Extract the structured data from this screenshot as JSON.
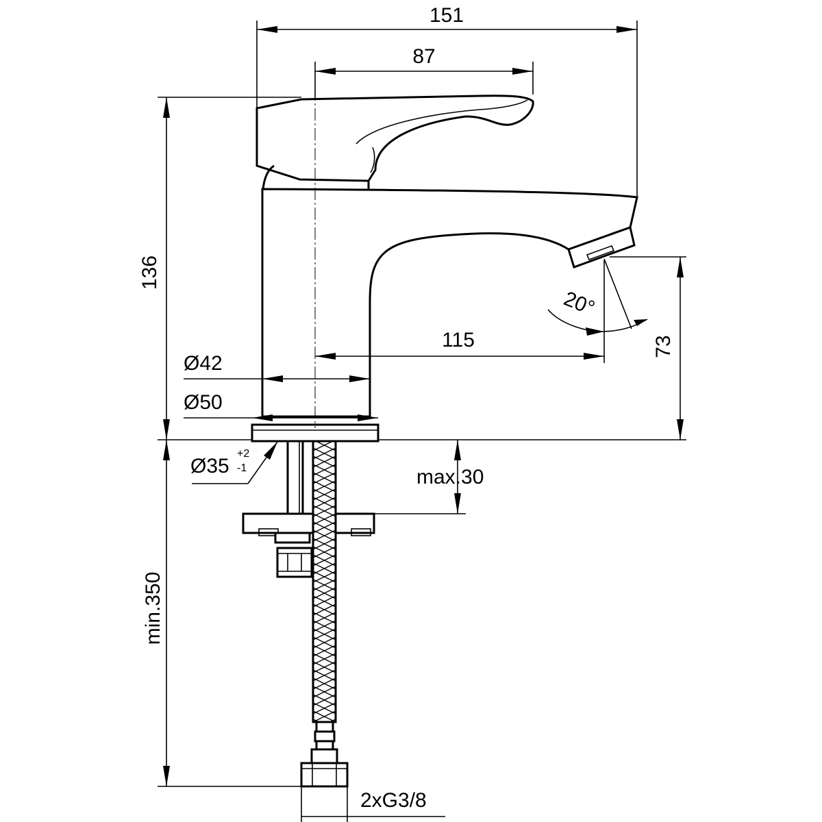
{
  "drawing": {
    "colors": {
      "line": "#000000",
      "background": "#ffffff"
    },
    "dimensions": {
      "overall_length": "151",
      "lever_length": "87",
      "overall_height": "136",
      "spout_reach": "115",
      "spout_height": "73",
      "spout_angle": "20°",
      "body_diameter": "Ø42",
      "base_diameter": "Ø50",
      "hole_diameter": "Ø35",
      "hole_tol_upper": "+2",
      "hole_tol_lower": "-1",
      "deck_thickness": "max.30",
      "hose_length": "min.350",
      "connection": "2xG3/8"
    }
  }
}
